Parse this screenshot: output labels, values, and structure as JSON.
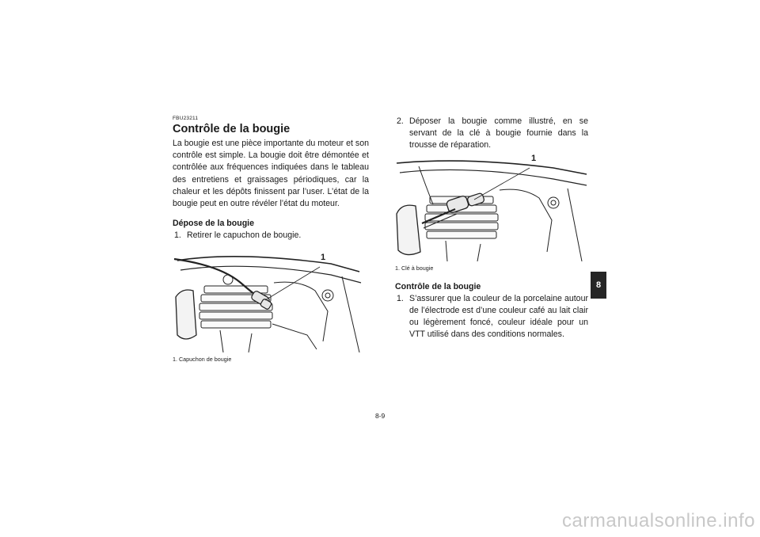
{
  "doc_code": "FBU23211",
  "section_title": "Contrôle de la bougie",
  "intro_paragraph": "La bougie est une pièce importante du moteur et son contrôle est simple. La bougie doit être démontée et contrôlée aux fréquences indiquées dans le tableau des entretiens et graissages périodiques, car la chaleur et les dépôts finissent par l’user. L’état de la bougie peut en outre révéler l’état du moteur.",
  "removal": {
    "heading": "Dépose de la bougie",
    "steps": [
      {
        "num": "1.",
        "text": "Retirer le capuchon de bougie."
      },
      {
        "num": "2.",
        "text": "Déposer la bougie comme illustré, en se servant de la clé à bougie fournie dans la trousse de réparation."
      }
    ]
  },
  "figure1": {
    "callout": "1",
    "caption": "1. Capuchon de bougie"
  },
  "figure2": {
    "callout": "1",
    "caption": "1. Clé à bougie"
  },
  "inspection": {
    "heading": "Contrôle de la bougie",
    "steps": [
      {
        "num": "1.",
        "text": "S’assurer que la couleur de la porcelaine autour de l’électrode est d’une couleur café au lait clair ou légèrement foncé, couleur idéale pour un VTT utilisé dans des conditions normales."
      }
    ]
  },
  "chapter_tab": "8",
  "page_number": "8-9",
  "watermark": "carmanualsonline.info"
}
